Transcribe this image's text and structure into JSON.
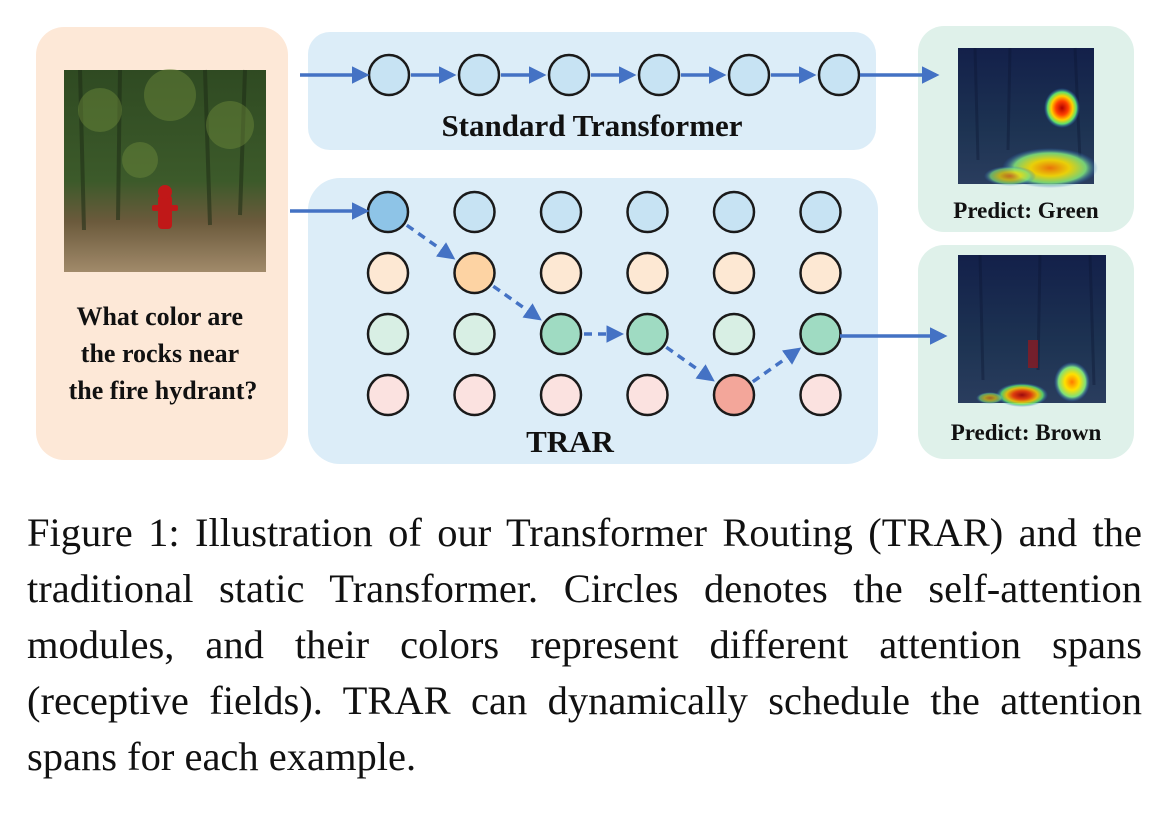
{
  "question": {
    "lines": [
      "What color are",
      "the rocks near",
      "the fire hydrant?"
    ]
  },
  "standard": {
    "title": "Standard Transformer",
    "node_count": 6
  },
  "trar": {
    "title": "TRAR",
    "rows": [
      {
        "span": "blue",
        "fill": "#c7e3f3",
        "selected_fill": "#8ec4e7"
      },
      {
        "span": "orange",
        "fill": "#fde8d3",
        "selected_fill": "#fdd3a3"
      },
      {
        "span": "green",
        "fill": "#d8efe4",
        "selected_fill": "#9fdbc2"
      },
      {
        "span": "pink",
        "fill": "#fbe2e0",
        "selected_fill": "#f3a69a"
      }
    ],
    "route": [
      0,
      1,
      2,
      2,
      3,
      2
    ]
  },
  "predictions": {
    "standard": "Predict: Green",
    "trar": "Predict: Brown"
  },
  "colors": {
    "question_bg": "#fde8d7",
    "module_bg": "#dcedf8",
    "prediction_bg": "#dff1ea",
    "arrow": "#4472c4",
    "node_stroke": "#1a1a1a"
  },
  "caption": "Figure 1: Illustration of our Transformer Routing (TRAR) and the traditional static Transformer. Circles denotes the self-attention modules, and their colors represent different attention spans (receptive fields). TRAR can dynamically schedule the attention spans for each example."
}
